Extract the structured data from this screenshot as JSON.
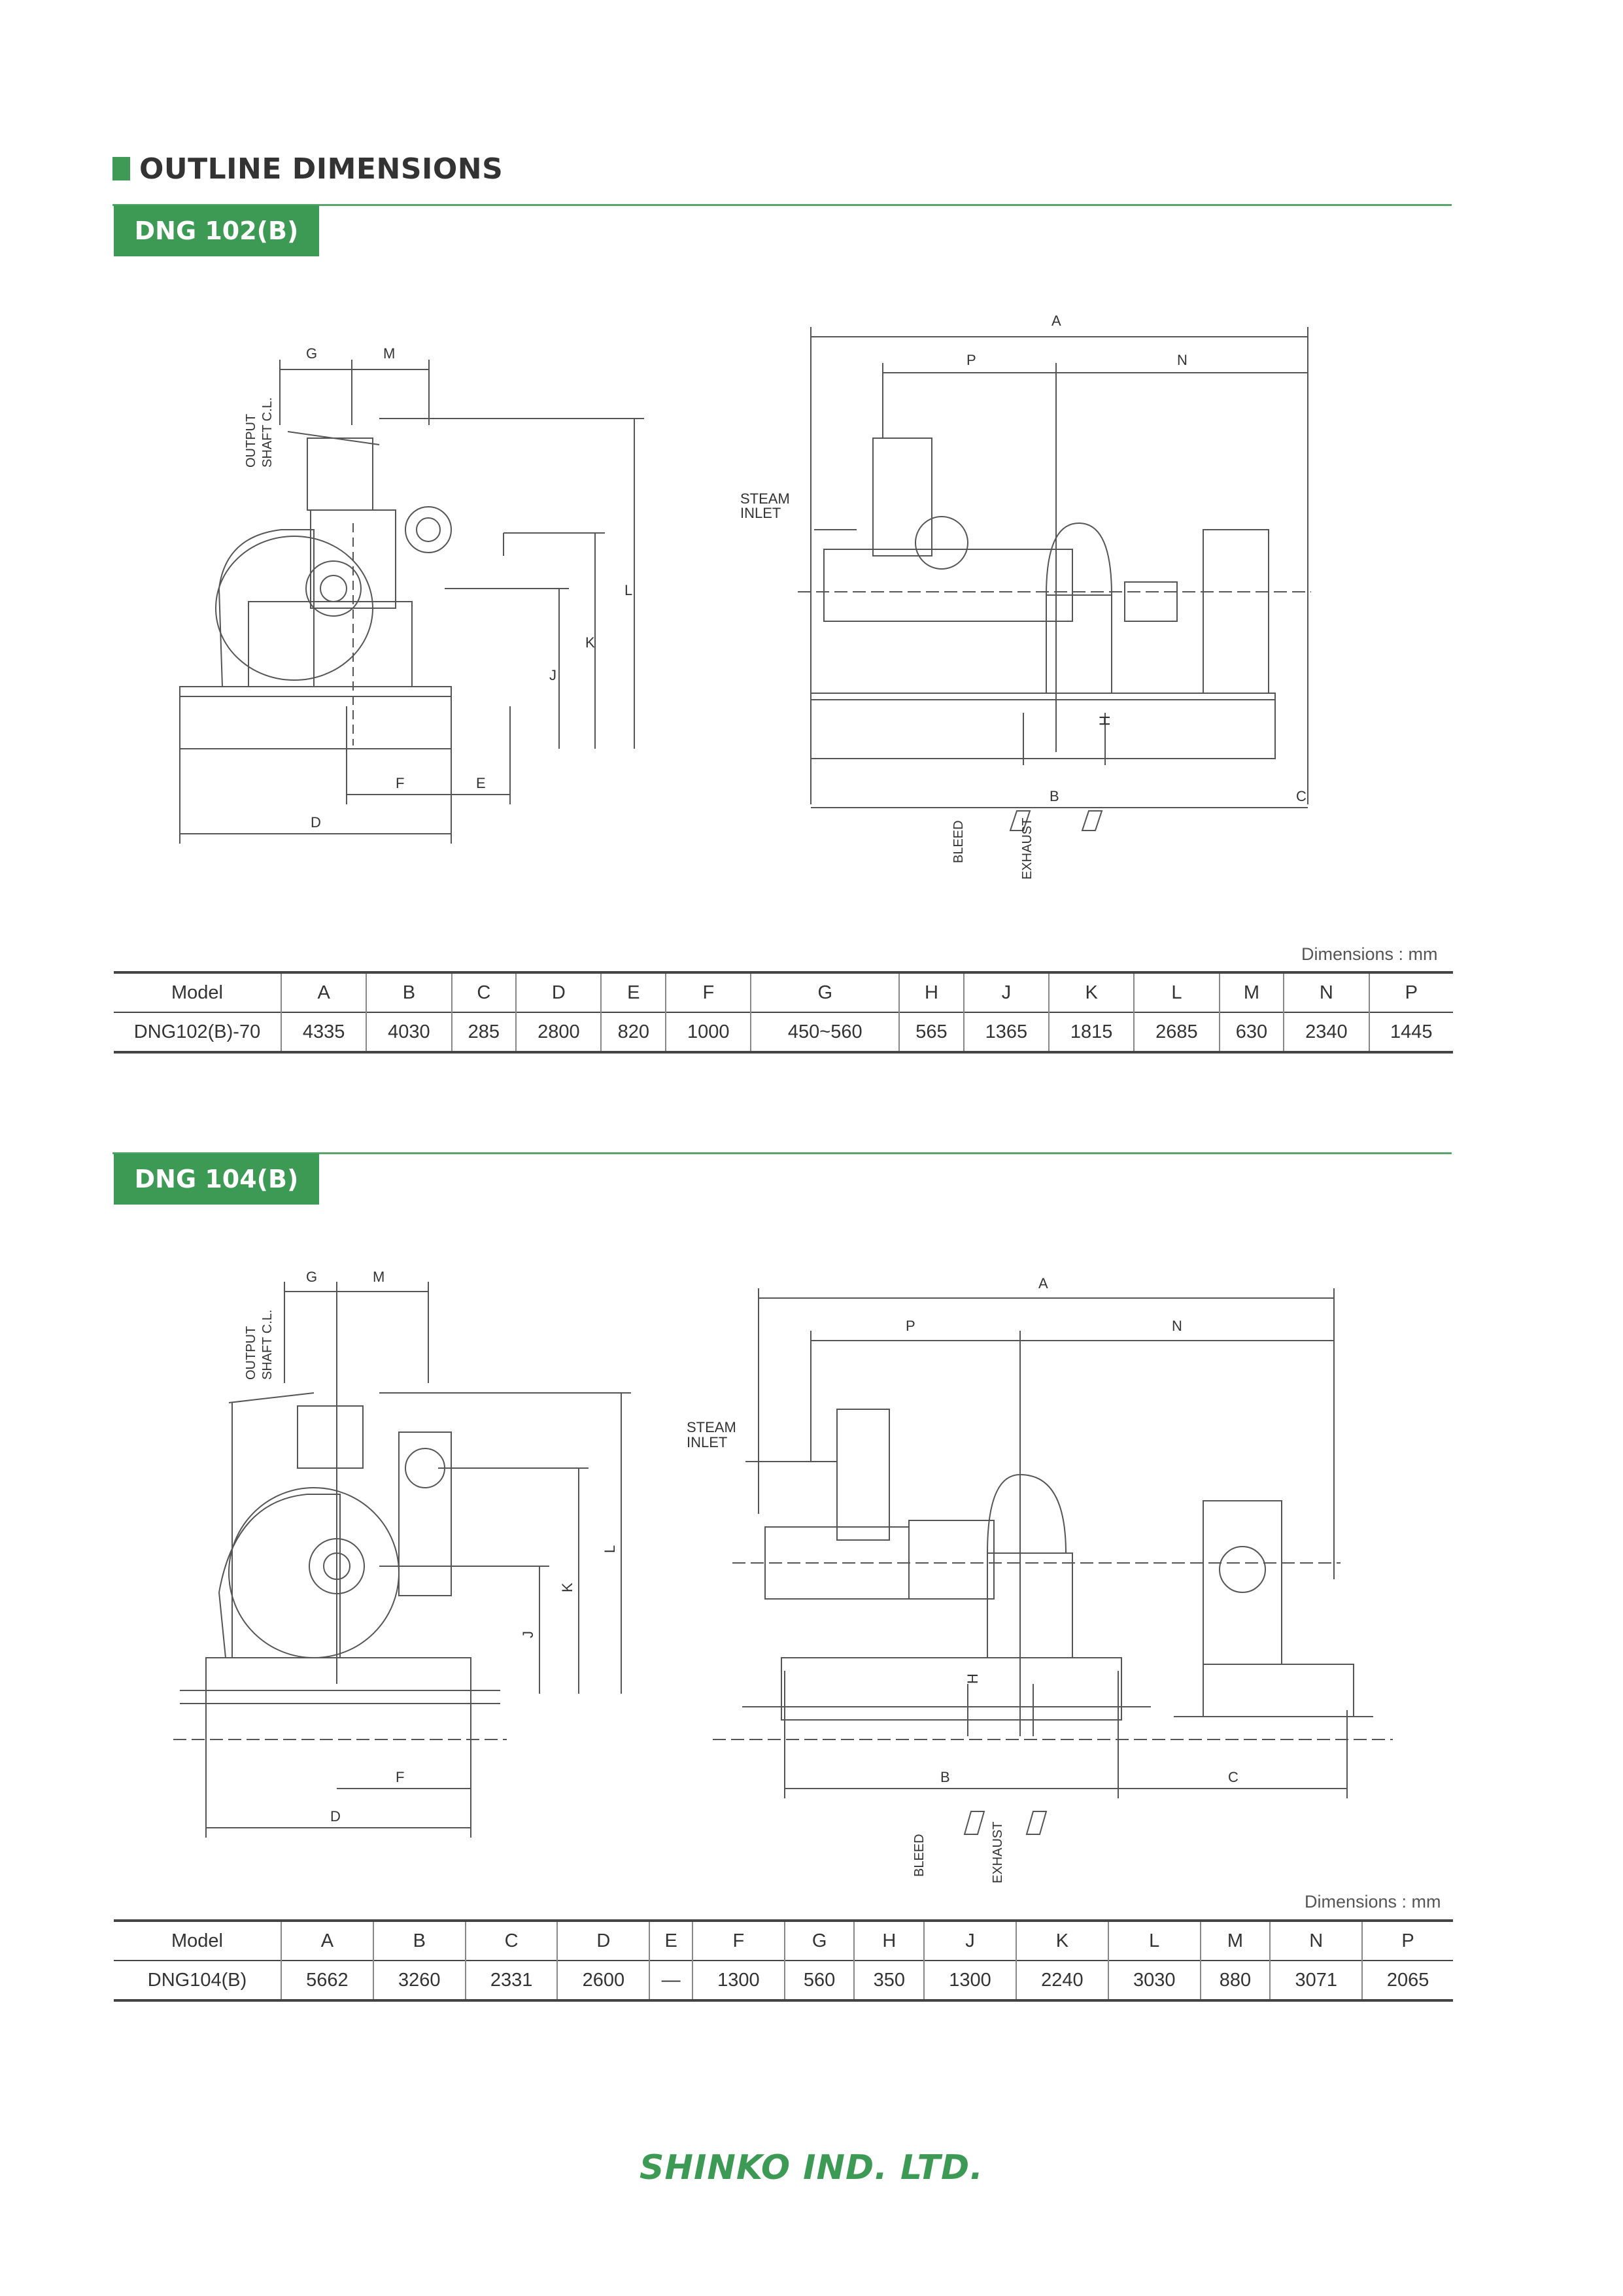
{
  "page": {
    "title": "OUTLINE DIMENSIONS",
    "units_note": "Dimensions : mm",
    "footer_logo": "SHINKO IND. LTD."
  },
  "colors": {
    "accent": "#3c9a55",
    "line": "#444444"
  },
  "sections": [
    {
      "tab_label": "DNG 102(B)",
      "side_view": {
        "dim_labels": [
          "G",
          "M",
          "L",
          "K",
          "J",
          "F",
          "E",
          "D"
        ],
        "shaft_label": [
          "OUTPUT",
          "SHAFT C.L."
        ]
      },
      "front_view": {
        "dim_labels": [
          "A",
          "P",
          "N",
          "H",
          "B",
          "C"
        ],
        "steam_inlet": [
          "STEAM",
          "INLET"
        ],
        "bleed": "BLEED",
        "exhaust": "EXHAUST"
      },
      "table": {
        "headers": [
          "Model",
          "A",
          "B",
          "C",
          "D",
          "E",
          "F",
          "G",
          "H",
          "J",
          "K",
          "L",
          "M",
          "N",
          "P"
        ],
        "row": [
          "DNG102(B)-70",
          "4335",
          "4030",
          "285",
          "2800",
          "820",
          "1000",
          "450~560",
          "565",
          "1365",
          "1815",
          "2685",
          "630",
          "2340",
          "1445"
        ]
      }
    },
    {
      "tab_label": "DNG 104(B)",
      "side_view": {
        "dim_labels": [
          "G",
          "M",
          "L",
          "K",
          "J",
          "F",
          "D"
        ],
        "shaft_label": [
          "OUTPUT",
          "SHAFT C.L."
        ]
      },
      "front_view": {
        "dim_labels": [
          "A",
          "P",
          "N",
          "H",
          "B",
          "C"
        ],
        "steam_inlet": [
          "STEAM",
          "INLET"
        ],
        "bleed": "BLEED",
        "exhaust": "EXHAUST"
      },
      "table": {
        "headers": [
          "Model",
          "A",
          "B",
          "C",
          "D",
          "E",
          "F",
          "G",
          "H",
          "J",
          "K",
          "L",
          "M",
          "N",
          "P"
        ],
        "row": [
          "DNG104(B)",
          "5662",
          "3260",
          "2331",
          "2600",
          "—",
          "1300",
          "560",
          "350",
          "1300",
          "2240",
          "3030",
          "880",
          "3071",
          "2065"
        ]
      }
    }
  ]
}
